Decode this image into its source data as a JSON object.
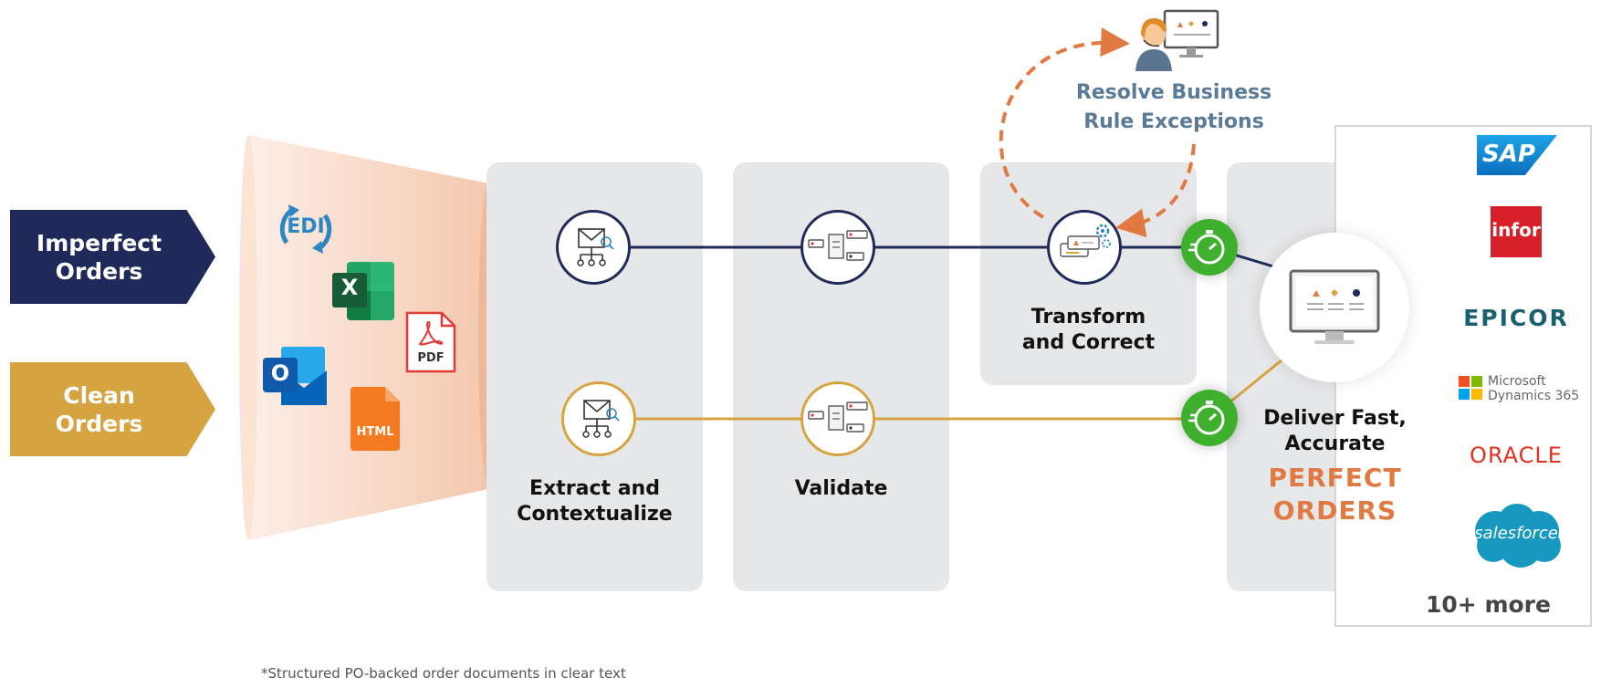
{
  "inputs": {
    "imperfect_label": "Imperfect\nOrders",
    "clean_label": "Clean\nOrders"
  },
  "formats": {
    "edi": "EDI",
    "excel": "X",
    "pdf": "PDF",
    "outlook": "O",
    "html": "HTML"
  },
  "steps": {
    "extract": "Extract and\nContextualize",
    "validate": "Validate",
    "transform": "Transform\nand Correct",
    "deliver": "Deliver Fast,\nAccurate",
    "deliver_highlight": "PERFECT\nORDERS"
  },
  "exceptions": {
    "label": "Resolve Business\nRule Exceptions"
  },
  "erp": {
    "sap": "SAP",
    "infor": "infor",
    "epicor": "EPICOR",
    "microsoft_line1": "Microsoft",
    "microsoft_line2": "Dynamics 365",
    "oracle": "ORACLE",
    "salesforce": "salesforce",
    "more": "10+ more"
  },
  "footnote": "*Structured PO-backed order documents in clear text",
  "colors": {
    "navy": "#1f2a5a",
    "gold": "#d5a340",
    "orange": "#e07a42",
    "green": "#3fb02e",
    "panel": "#e6e7e9",
    "exception_text": "#5a7a98"
  }
}
